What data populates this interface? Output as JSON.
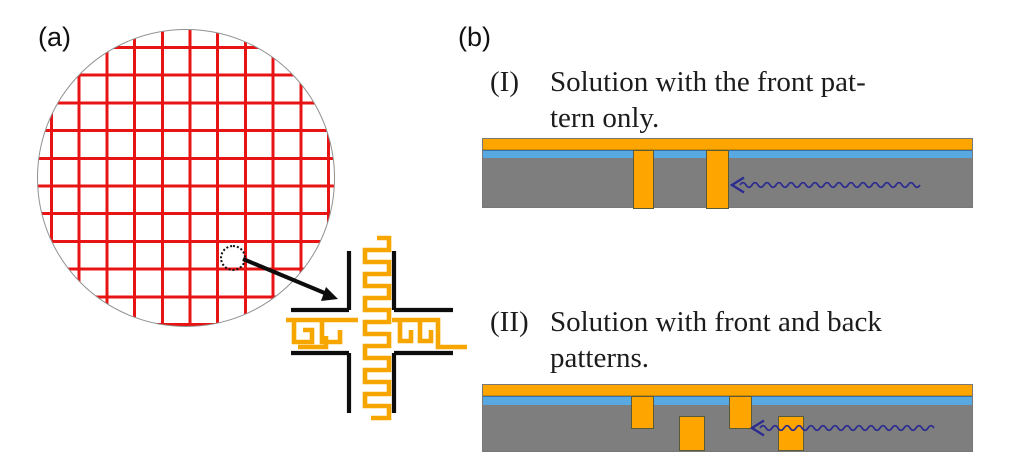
{
  "figure": {
    "panel_a": {
      "label": "(a)",
      "wafer_grid_color": "#e81414",
      "wafer_outline_color": "#919191",
      "fractal_orange": "#f7a600",
      "fractal_black": "#0d0d0d"
    },
    "panel_b": {
      "label": "(b)",
      "items": [
        {
          "numeral": "(I)",
          "caption_lines": [
            "Solution with the front pat-",
            "tern only."
          ]
        },
        {
          "numeral": "(II)",
          "caption_lines": [
            "Solution with front and back",
            "patterns."
          ]
        }
      ],
      "colors": {
        "metal_layer": "#ffa500",
        "oxide_layer": "#58a8e2",
        "substrate": "#7e7e7e",
        "wave_arrow": "#2b2b90"
      }
    }
  }
}
